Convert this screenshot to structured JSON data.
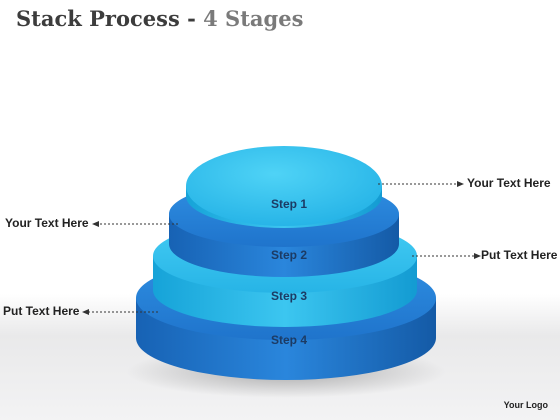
{
  "title": {
    "main": "Stack Process -",
    "sub": "4 Stages"
  },
  "stages": [
    {
      "label": "Step 1"
    },
    {
      "label": "Step 2"
    },
    {
      "label": "Step 3"
    },
    {
      "label": "Step 4"
    }
  ],
  "callouts": [
    {
      "text": "Your Text Here"
    },
    {
      "text": "Your Text Here"
    },
    {
      "text": "Put Text Here"
    },
    {
      "text": "Put Text Here"
    }
  ],
  "logo": "Your Logo",
  "colors": {
    "tier_top": "#2cc0ec",
    "tier_light": "#26b5e8",
    "tier_dark": "#1d73c9",
    "label": "#1c3b64",
    "callout_line": "#333333"
  }
}
